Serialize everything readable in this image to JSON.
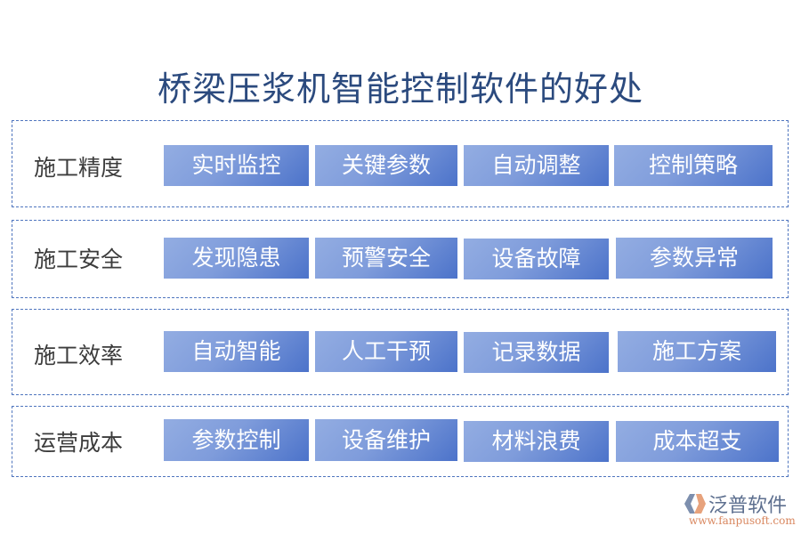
{
  "title": "桥梁压浆机智能控制软件的好处",
  "colors": {
    "title": "#2b4a7e",
    "label": "#3c3c3c",
    "border": "#4f75be",
    "button_gradient_start": "#93ade2",
    "button_gradient_end": "#4c73ca",
    "button_text": "#ffffff"
  },
  "rows": [
    {
      "label": "施工精度",
      "items": [
        "实时监控",
        "关键参数",
        "自动调整",
        "控制策略"
      ]
    },
    {
      "label": "施工安全",
      "items": [
        "发现隐患",
        "预警安全",
        "设备故障",
        "参数异常"
      ]
    },
    {
      "label": "施工效率",
      "items": [
        "自动智能",
        "人工干预",
        "记录数据",
        "施工方案"
      ]
    },
    {
      "label": "运营成本",
      "items": [
        "参数控制",
        "设备维护",
        "材料浪费",
        "成本超支"
      ]
    }
  ],
  "logo": {
    "icon": "fanpu-logo-icon",
    "name": "泛普软件",
    "url": "www.fanpusoft.com"
  }
}
